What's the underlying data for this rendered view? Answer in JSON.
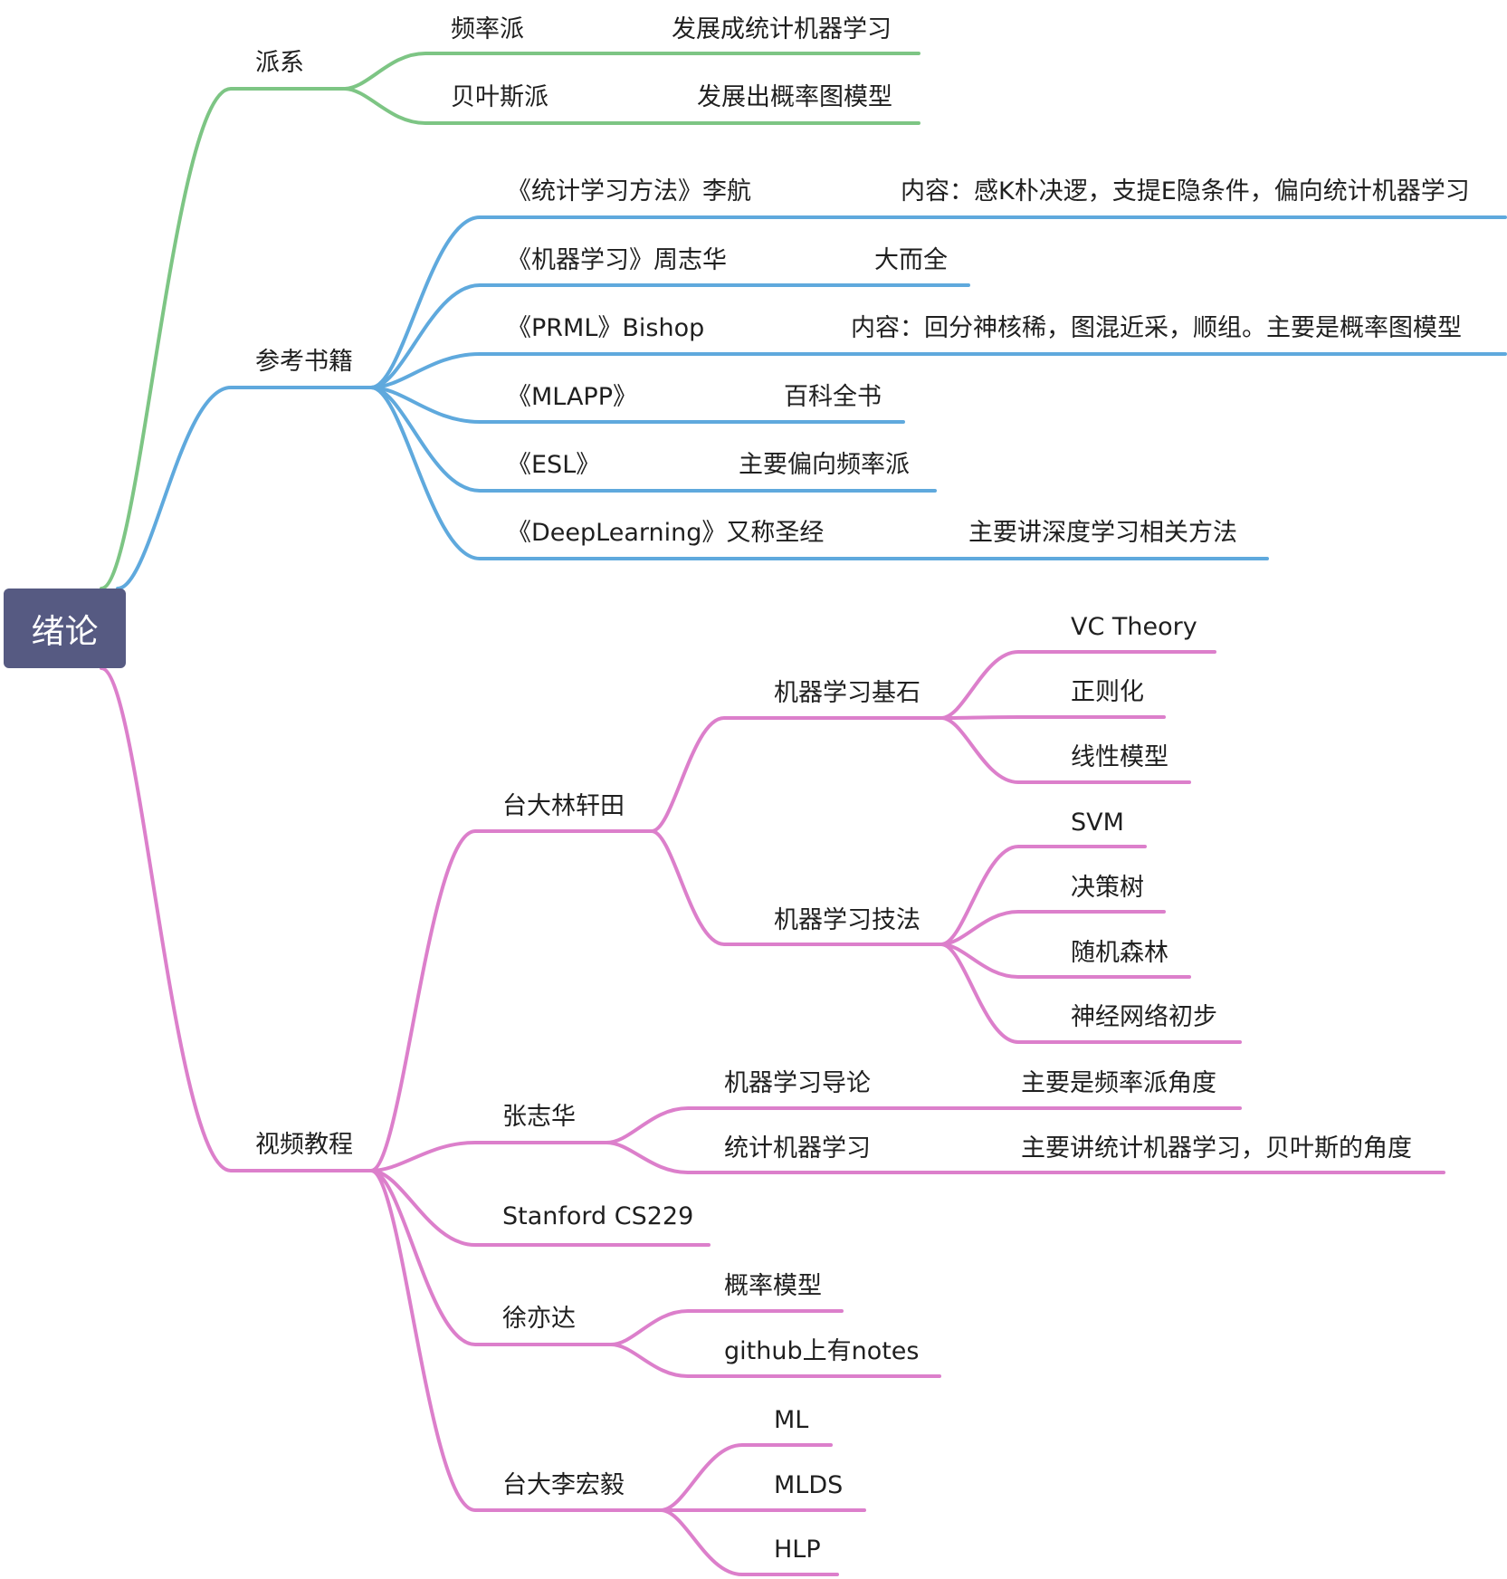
{
  "root": "绪论",
  "colors": {
    "green": "#7dc584",
    "blue": "#5fa9dd",
    "pink": "#dc7fcb",
    "root_bg": "#565a82"
  },
  "branches": {
    "schools": {
      "label": "派系",
      "frequentist": {
        "label": "频率派",
        "note": "发展成统计机器学习"
      },
      "bayesian": {
        "label": "贝叶斯派",
        "note": "发展出概率图模型"
      }
    },
    "books": {
      "label": "参考书籍",
      "items": [
        {
          "label": "《统计学习方法》李航",
          "note": "内容：感K朴决逻，支提E隐条件，偏向统计机器学习"
        },
        {
          "label": "《机器学习》周志华",
          "note": "大而全"
        },
        {
          "label": "《PRML》Bishop",
          "note": "内容：回分神核稀，图混近采，顺组。主要是概率图模型"
        },
        {
          "label": "《MLAPP》",
          "note": "百科全书"
        },
        {
          "label": "《ESL》",
          "note": "主要偏向频率派"
        },
        {
          "label": "《DeepLearning》又称圣经",
          "note": "主要讲深度学习相关方法"
        }
      ]
    },
    "videos": {
      "label": "视频教程",
      "ntu_lin": {
        "label": "台大林轩田",
        "foundations": {
          "label": "机器学习基石",
          "items": [
            "VC Theory",
            "正则化",
            "线性模型"
          ]
        },
        "techniques": {
          "label": "机器学习技法",
          "items": [
            "SVM",
            "决策树",
            "随机森林",
            "神经网络初步"
          ]
        }
      },
      "zhang": {
        "label": "张志华",
        "items": [
          {
            "label": "机器学习导论",
            "note": "主要是频率派角度"
          },
          {
            "label": "统计机器学习",
            "note": "主要讲统计机器学习，贝叶斯的角度"
          }
        ]
      },
      "stanford": {
        "label": "Stanford CS229"
      },
      "xu": {
        "label": "徐亦达",
        "items": [
          "概率模型",
          "github上有notes"
        ]
      },
      "ntu_lee": {
        "label": "台大李宏毅",
        "items": [
          "ML",
          "MLDS",
          "HLP"
        ]
      }
    }
  }
}
